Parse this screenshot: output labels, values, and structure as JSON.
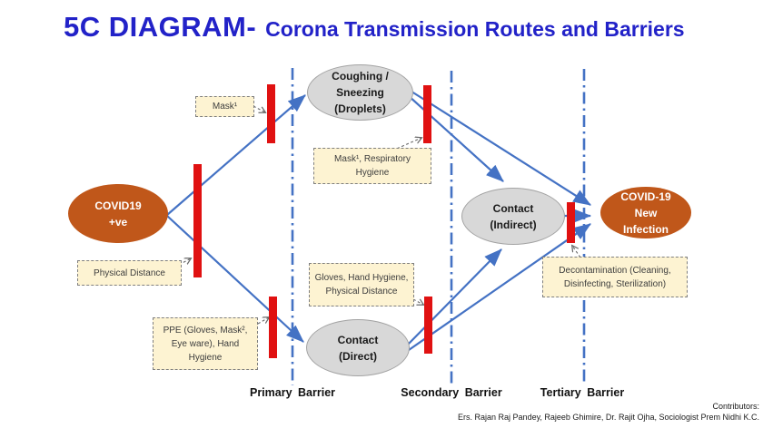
{
  "title": {
    "main": "5C DIAGRAM-",
    "subtitle": "Corona Transmission Routes and Barriers"
  },
  "nodes": {
    "source": {
      "lines": [
        "COVID19",
        "+ve"
      ]
    },
    "coughing": {
      "lines": [
        "Coughing /",
        "Sneezing",
        "(Droplets)"
      ]
    },
    "contact_indirect": {
      "lines": [
        "Contact",
        "(Indirect)"
      ]
    },
    "contact_direct": {
      "lines": [
        "Contact",
        "(Direct)"
      ]
    },
    "new_infection": {
      "lines": [
        "COVID-19",
        "New",
        "Infection"
      ]
    }
  },
  "callouts": {
    "mask": "Mask¹",
    "physical_distance": "Physical Distance",
    "ppe": "PPE (Gloves, Mask², Eye ware), Hand Hygiene",
    "mask_respiratory": "Mask¹, Respiratory Hygiene",
    "gloves": "Gloves, Hand Hygiene, Physical Distance",
    "decontamination": "Decontamination (Cleaning, Disinfecting, Sterilization)"
  },
  "barrier_labels": {
    "primary": "Primary Barrier",
    "secondary": "Secondary Barrier",
    "tertiary": "Tertiary Barrier"
  },
  "footer": {
    "contributors_label": "Contributors:",
    "contributors_names": "Ers. Rajan Raj Pandey, Rajeeb Ghimire, Dr. Rajit Ojha, Sociologist Prem Nidhi K.C."
  },
  "colors": {
    "title-blue": "#2222c8",
    "line-blue": "#4472c4",
    "barrier-red": "#e01111",
    "node-orange": "#c0571a",
    "node-gray": "#d8d8d8",
    "node-gray-border": "#a3a3a3",
    "callout-bg": "#fdf3d2",
    "callout-border": "#7f7f7f",
    "text-dark": "#3d3d3d"
  }
}
